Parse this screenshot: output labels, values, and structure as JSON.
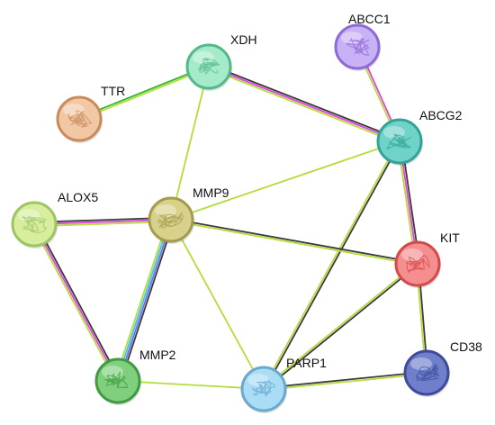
{
  "nodes": [
    {
      "id": "XDH",
      "label": "XDH",
      "fill": "#a6ebc9",
      "stroke": "#54b98a"
    },
    {
      "id": "ABCC1",
      "label": "ABCC1",
      "fill": "#c9b1f5",
      "stroke": "#8d6ad6"
    },
    {
      "id": "TTR",
      "label": "TTR",
      "fill": "#f2c7a3",
      "stroke": "#c98b5c"
    },
    {
      "id": "ABCG2",
      "label": "ABCG2",
      "fill": "#6fd3c9",
      "stroke": "#34a297"
    },
    {
      "id": "ALOX5",
      "label": "ALOX5",
      "fill": "#d6ee9e",
      "stroke": "#9ec463"
    },
    {
      "id": "MMP9",
      "label": "MMP9",
      "fill": "#d8d18c",
      "stroke": "#a49b4c"
    },
    {
      "id": "KIT",
      "label": "KIT",
      "fill": "#f58e8e",
      "stroke": "#d24a4a"
    },
    {
      "id": "MMP2",
      "label": "MMP2",
      "fill": "#7fcf7f",
      "stroke": "#3f9a40"
    },
    {
      "id": "PARP1",
      "label": "PARP1",
      "fill": "#a9dcf5",
      "stroke": "#6aa8cf"
    },
    {
      "id": "CD38",
      "label": "CD38",
      "fill": "#6f7fcb",
      "stroke": "#3f4b98"
    }
  ],
  "edge_colors": {
    "black": "#3a3a3a",
    "lime": "#b4dc3a",
    "green": "#2fb82f",
    "magenta": "#e041e0",
    "cyan": "#3cc5dd",
    "blue": "#6d6de8"
  },
  "edges": [
    {
      "source": "TTR",
      "target": "XDH",
      "colors": [
        "green",
        "lime"
      ]
    },
    {
      "source": "XDH",
      "target": "ABCG2",
      "colors": [
        "black",
        "magenta",
        "lime"
      ]
    },
    {
      "source": "XDH",
      "target": "MMP9",
      "colors": [
        "lime"
      ]
    },
    {
      "source": "ABCC1",
      "target": "ABCG2",
      "colors": [
        "magenta",
        "lime"
      ]
    },
    {
      "source": "ABCG2",
      "target": "MMP9",
      "colors": [
        "lime"
      ]
    },
    {
      "source": "ABCG2",
      "target": "KIT",
      "colors": [
        "black",
        "magenta",
        "lime"
      ]
    },
    {
      "source": "ABCG2",
      "target": "PARP1",
      "colors": [
        "black",
        "lime"
      ]
    },
    {
      "source": "ALOX5",
      "target": "MMP9",
      "colors": [
        "black",
        "magenta",
        "lime"
      ]
    },
    {
      "source": "ALOX5",
      "target": "MMP2",
      "colors": [
        "black",
        "magenta",
        "lime"
      ]
    },
    {
      "source": "MMP9",
      "target": "KIT",
      "colors": [
        "black",
        "lime"
      ]
    },
    {
      "source": "MMP9",
      "target": "MMP2",
      "colors": [
        "black",
        "blue",
        "cyan",
        "lime"
      ]
    },
    {
      "source": "MMP9",
      "target": "PARP1",
      "colors": [
        "lime"
      ]
    },
    {
      "source": "KIT",
      "target": "PARP1",
      "colors": [
        "black",
        "lime"
      ]
    },
    {
      "source": "KIT",
      "target": "CD38",
      "colors": [
        "black",
        "lime"
      ]
    },
    {
      "source": "MMP2",
      "target": "PARP1",
      "colors": [
        "lime"
      ]
    },
    {
      "source": "PARP1",
      "target": "CD38",
      "colors": [
        "black",
        "lime"
      ]
    }
  ]
}
